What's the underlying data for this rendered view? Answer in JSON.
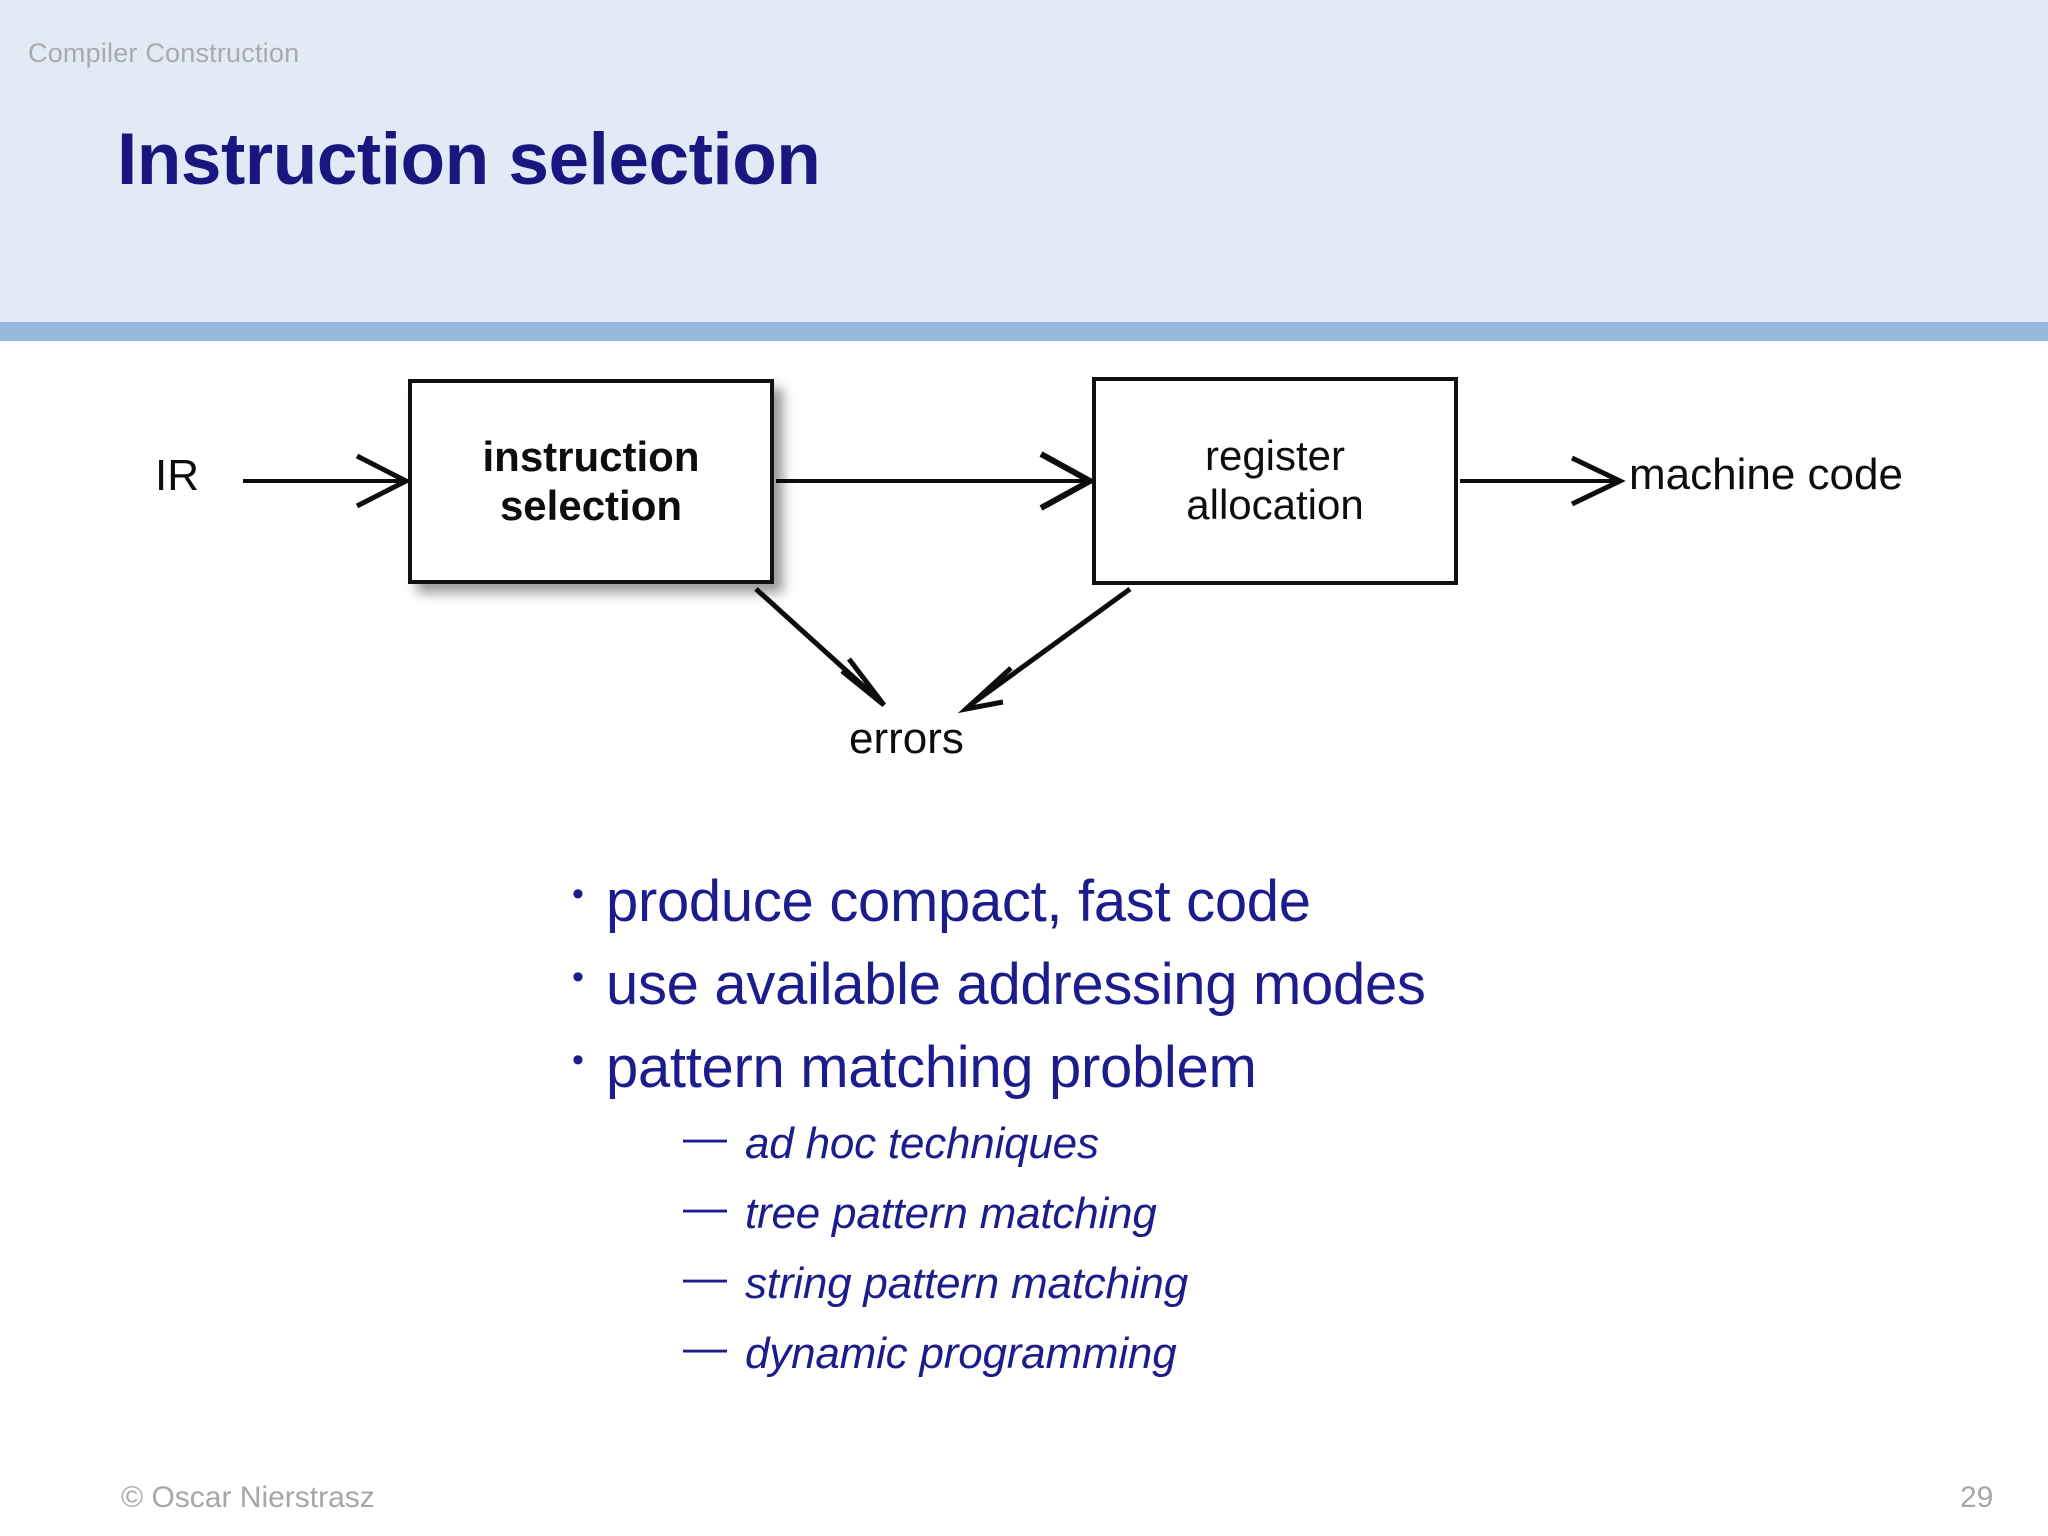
{
  "slide": {
    "course_label": "Compiler Construction",
    "title": "Instruction selection",
    "accent_navy": "#17177f",
    "bullet_navy": "#1c1c8c",
    "header_band_color": "#e2eaf5",
    "header_rule_color": "#96b8dc",
    "muted_gray": "#a6a7a9"
  },
  "diagram": {
    "nodes": [
      {
        "id": "instruction-selection",
        "line1": "instruction",
        "line2": "selection",
        "bold": true,
        "shadow": true
      },
      {
        "id": "register-allocation",
        "line1": "register",
        "line2": "allocation",
        "bold": false,
        "shadow": false
      }
    ],
    "labels": {
      "input": "IR",
      "output": "machine code",
      "errors": "errors"
    }
  },
  "bullets": {
    "marker_level1": "•",
    "marker_level2": "—",
    "items": [
      {
        "level": 1,
        "text": "produce compact, fast code"
      },
      {
        "level": 1,
        "text": "use available addressing modes"
      },
      {
        "level": 1,
        "text": "pattern matching problem"
      },
      {
        "level": 2,
        "text": "ad hoc techniques"
      },
      {
        "level": 2,
        "text": "tree pattern matching"
      },
      {
        "level": 2,
        "text": "string pattern matching"
      },
      {
        "level": 2,
        "text": "dynamic programming"
      }
    ]
  },
  "footer": {
    "copyright": "© Oscar Nierstrasz",
    "page_number": "29"
  }
}
